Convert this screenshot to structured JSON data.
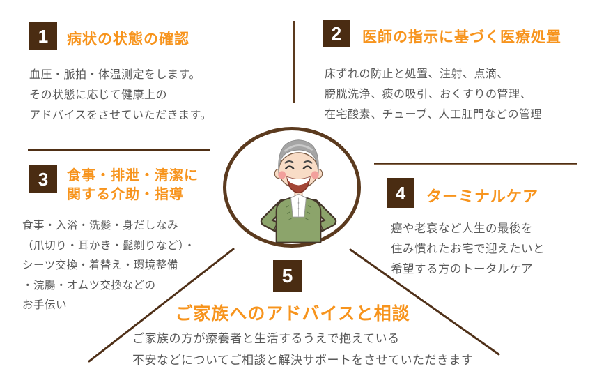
{
  "colors": {
    "orange": "#f7941d",
    "brown-dark": "#4a2c12",
    "line-brown": "#5b3a1e",
    "text-gray": "#595959",
    "cardigan-green": "#8ca46b",
    "bg": "#ffffff"
  },
  "center": {
    "illustration": "smiling-elderly-man"
  },
  "sections": [
    {
      "number": "1",
      "title": "病状の状態の確認",
      "body": "血圧・脈拍・体温測定をします。\nその状態に応じて健康上の\nアドバイスをさせていただきます。"
    },
    {
      "number": "2",
      "title": "医師の指示に基づく医療処置",
      "body": "床ずれの防止と処置、注射、点滴、\n膀胱洗浄、痰の吸引、おくすりの管理、\n在宅酸素、チューブ、人工肛門などの管理"
    },
    {
      "number": "3",
      "title": "食事・排泄・清潔に\n関する介助・指導",
      "body": "食事・入浴・洗髪・身だしなみ\n（爪切り・耳かき・髭剃りなど）・\nシーツ交換・着替え・環境整備\n・浣腸・オムツ交換などの\nお手伝い"
    },
    {
      "number": "4",
      "title": "ターミナルケア",
      "body": "癌や老衰など人生の最後を\n住み慣れたお宅で迎えたいと\n希望する方のトータルケア"
    },
    {
      "number": "5",
      "title": "ご家族へのアドバイスと相談",
      "body": "ご家族の方が療養者と生活するうえで抱えている\n不安などについてご相談と解決サポートをさせていただきます"
    }
  ]
}
